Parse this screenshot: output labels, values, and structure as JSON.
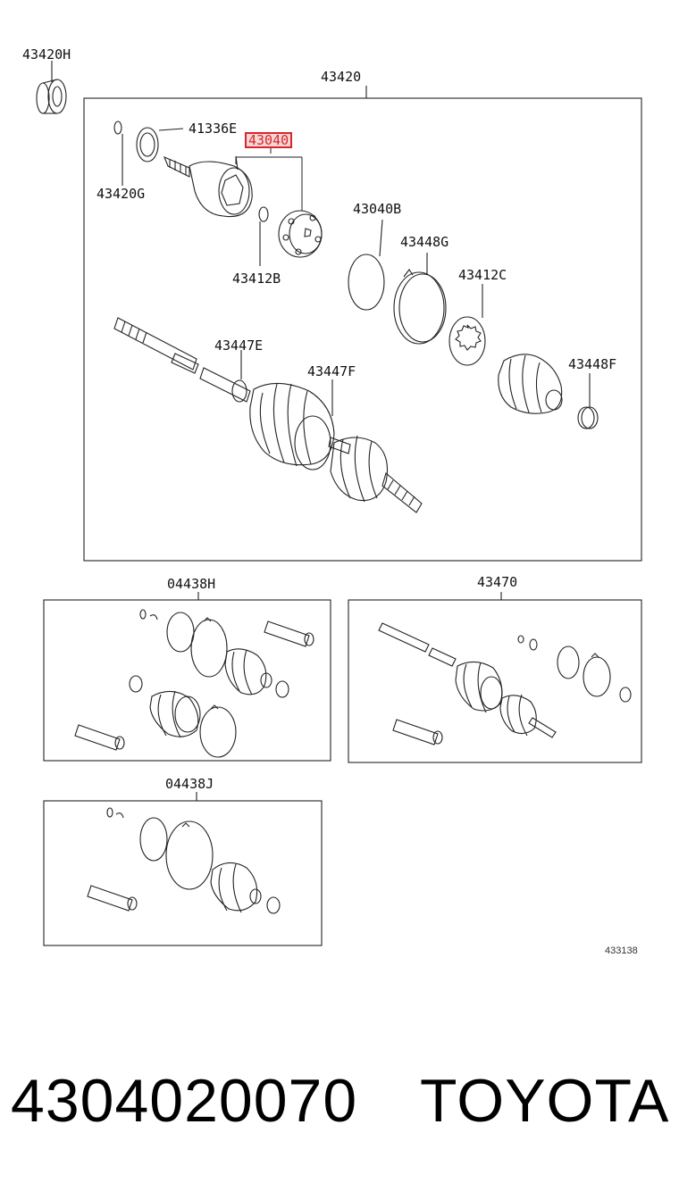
{
  "labels": {
    "l43420H": "43420H",
    "l43420": "43420",
    "l41336E": "41336E",
    "l43040": "43040",
    "l43420G": "43420G",
    "l43040B": "43040B",
    "l43448G": "43448G",
    "l43412B": "43412B",
    "l43412C": "43412C",
    "l43447E": "43447E",
    "l43447F": "43447F",
    "l43448F": "43448F",
    "l04438H": "04438H",
    "l43470": "43470",
    "l04438J": "04438J"
  },
  "diagram_code": "433138",
  "part_number": "4304020070",
  "brand": "TOYOTA",
  "colors": {
    "highlight_border": "#d9262b",
    "highlight_fill": "#f6d7d7",
    "line": "#222222"
  }
}
